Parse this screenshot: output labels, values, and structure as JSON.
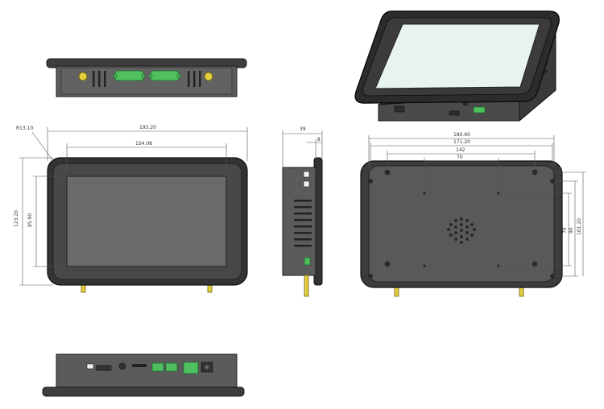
{
  "dimensions": {
    "front_radius": "R13.10",
    "front_width": "193.20",
    "front_screen_width": "154.08",
    "front_height": "123.20",
    "front_screen_height": "85.90",
    "side_depth": "39",
    "side_bezel": "8",
    "rear_width": "180.60",
    "rear_width_2": "171.20",
    "rear_hole_spacing": "142",
    "rear_hole_spacing_inner": "70",
    "rear_v_70": "70",
    "rear_v_90": "90",
    "rear_height": "101.20"
  },
  "colors": {
    "housing": "#4a4a4a",
    "screen": "#6a6a6a",
    "connector": "#4fbf5f",
    "antenna": "#e3cf3c",
    "iso_screen": "#e8f2ee"
  }
}
